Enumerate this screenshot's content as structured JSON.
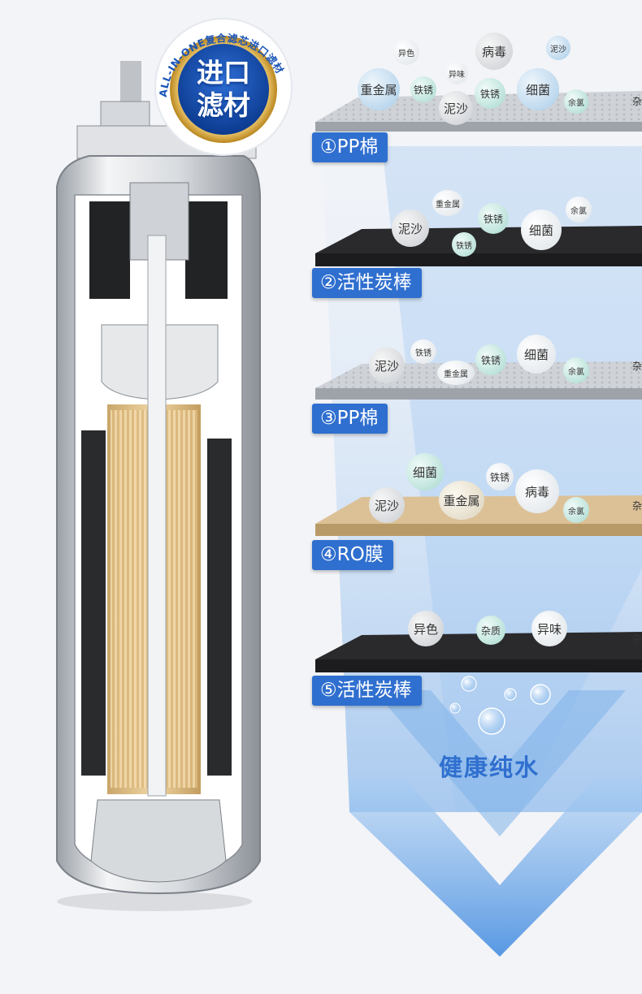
{
  "badge": {
    "ring_text": "ALL-IN-ONE复合滤芯进口滤材",
    "line1": "进口",
    "line2": "滤材"
  },
  "stages": [
    {
      "label": "①PP棉",
      "edge_text": "杂",
      "bubbles": [
        {
          "text": "异色"
        },
        {
          "text": "病毒"
        },
        {
          "text": "泥沙"
        },
        {
          "text": "异味"
        },
        {
          "text": "重金属"
        },
        {
          "text": "铁锈"
        },
        {
          "text": "铁锈"
        },
        {
          "text": "细菌"
        },
        {
          "text": "泥沙"
        },
        {
          "text": "余氯"
        }
      ]
    },
    {
      "label": "②活性炭棒",
      "edge_text": "",
      "bubbles": [
        {
          "text": "重金属"
        },
        {
          "text": "泥沙"
        },
        {
          "text": "铁锈"
        },
        {
          "text": "余氯"
        },
        {
          "text": "细菌"
        },
        {
          "text": "铁锈"
        }
      ]
    },
    {
      "label": "③PP棉",
      "edge_text": "杂",
      "bubbles": [
        {
          "text": "泥沙"
        },
        {
          "text": "铁锈"
        },
        {
          "text": "铁锈"
        },
        {
          "text": "细菌"
        },
        {
          "text": "重金属"
        },
        {
          "text": "余氯"
        }
      ]
    },
    {
      "label": "④RO膜",
      "edge_text": "杂",
      "bubbles": [
        {
          "text": "细菌"
        },
        {
          "text": "铁锈"
        },
        {
          "text": "病毒"
        },
        {
          "text": "泥沙"
        },
        {
          "text": "重金属"
        },
        {
          "text": "余氯"
        }
      ]
    },
    {
      "label": "⑤活性炭棒",
      "edge_text": "杂",
      "bubbles": [
        {
          "text": "异色"
        },
        {
          "text": "杂质"
        },
        {
          "text": "异味"
        }
      ]
    }
  ],
  "result_text": "健康纯水",
  "colors": {
    "label_blue": "#2f6fcf",
    "water_blue": "#7fb2ea",
    "carbon": "#2b2b2d",
    "pp_cotton": "#e2e4e8",
    "ro_membrane": "#d9bf8e",
    "badge_gold": "#d8a63a",
    "badge_navy": "#0b3a8f"
  }
}
